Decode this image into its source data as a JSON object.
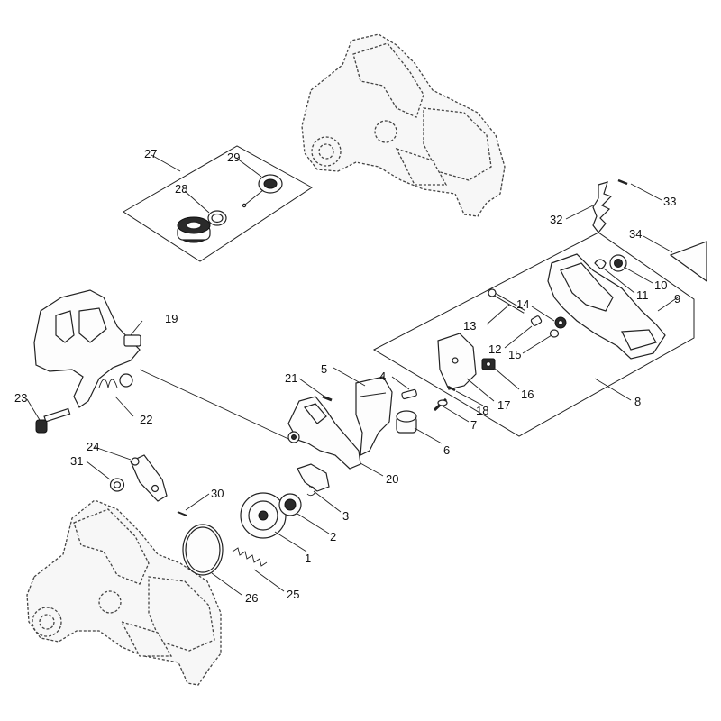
{
  "callouts": [
    {
      "id": "1",
      "text": "1"
    },
    {
      "id": "2",
      "text": "2"
    },
    {
      "id": "3",
      "text": "3"
    },
    {
      "id": "4",
      "text": "4"
    },
    {
      "id": "5",
      "text": "5"
    },
    {
      "id": "6",
      "text": "6"
    },
    {
      "id": "7",
      "text": "7"
    },
    {
      "id": "8",
      "text": "8"
    },
    {
      "id": "9",
      "text": "9"
    },
    {
      "id": "10",
      "text": "10"
    },
    {
      "id": "11",
      "text": "11"
    },
    {
      "id": "12",
      "text": "12"
    },
    {
      "id": "13",
      "text": "13"
    },
    {
      "id": "14",
      "text": "14"
    },
    {
      "id": "15",
      "text": "15"
    },
    {
      "id": "16",
      "text": "16"
    },
    {
      "id": "17",
      "text": "17"
    },
    {
      "id": "18",
      "text": "18"
    },
    {
      "id": "19",
      "text": "19"
    },
    {
      "id": "20",
      "text": "20"
    },
    {
      "id": "21",
      "text": "21"
    },
    {
      "id": "22",
      "text": "22"
    },
    {
      "id": "23",
      "text": "23"
    },
    {
      "id": "24",
      "text": "24"
    },
    {
      "id": "25",
      "text": "25"
    },
    {
      "id": "26",
      "text": "26"
    },
    {
      "id": "27",
      "text": "27"
    },
    {
      "id": "28",
      "text": "28"
    },
    {
      "id": "29",
      "text": "29"
    },
    {
      "id": "30",
      "text": "30"
    },
    {
      "id": "31",
      "text": "31"
    },
    {
      "id": "32",
      "text": "32"
    },
    {
      "id": "33",
      "text": "33"
    },
    {
      "id": "34",
      "text": "34"
    }
  ]
}
